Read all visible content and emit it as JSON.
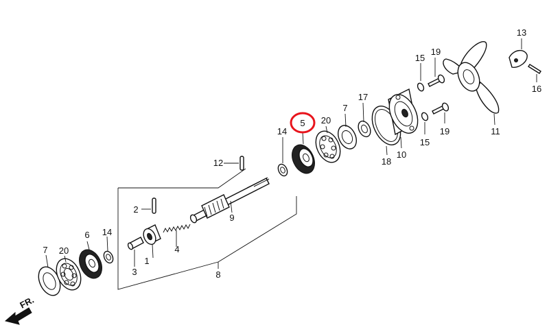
{
  "diagram": {
    "highlight_color": "#e8141c",
    "ink_color": "#111111",
    "highlighted_callout": "5",
    "direction_label": "FR.",
    "callouts": {
      "c1": "1",
      "c2": "2",
      "c3": "3",
      "c4": "4",
      "c5": "5",
      "c6": "6",
      "c7a": "7",
      "c7b": "7",
      "c8": "8",
      "c9": "9",
      "c10": "10",
      "c11": "11",
      "c12": "12",
      "c13": "13",
      "c14a": "14",
      "c14b": "14",
      "c15a": "15",
      "c15b": "15",
      "c16": "16",
      "c17": "17",
      "c18": "18",
      "c19a": "19",
      "c19b": "19",
      "c20a": "20",
      "c20b": "20"
    }
  }
}
